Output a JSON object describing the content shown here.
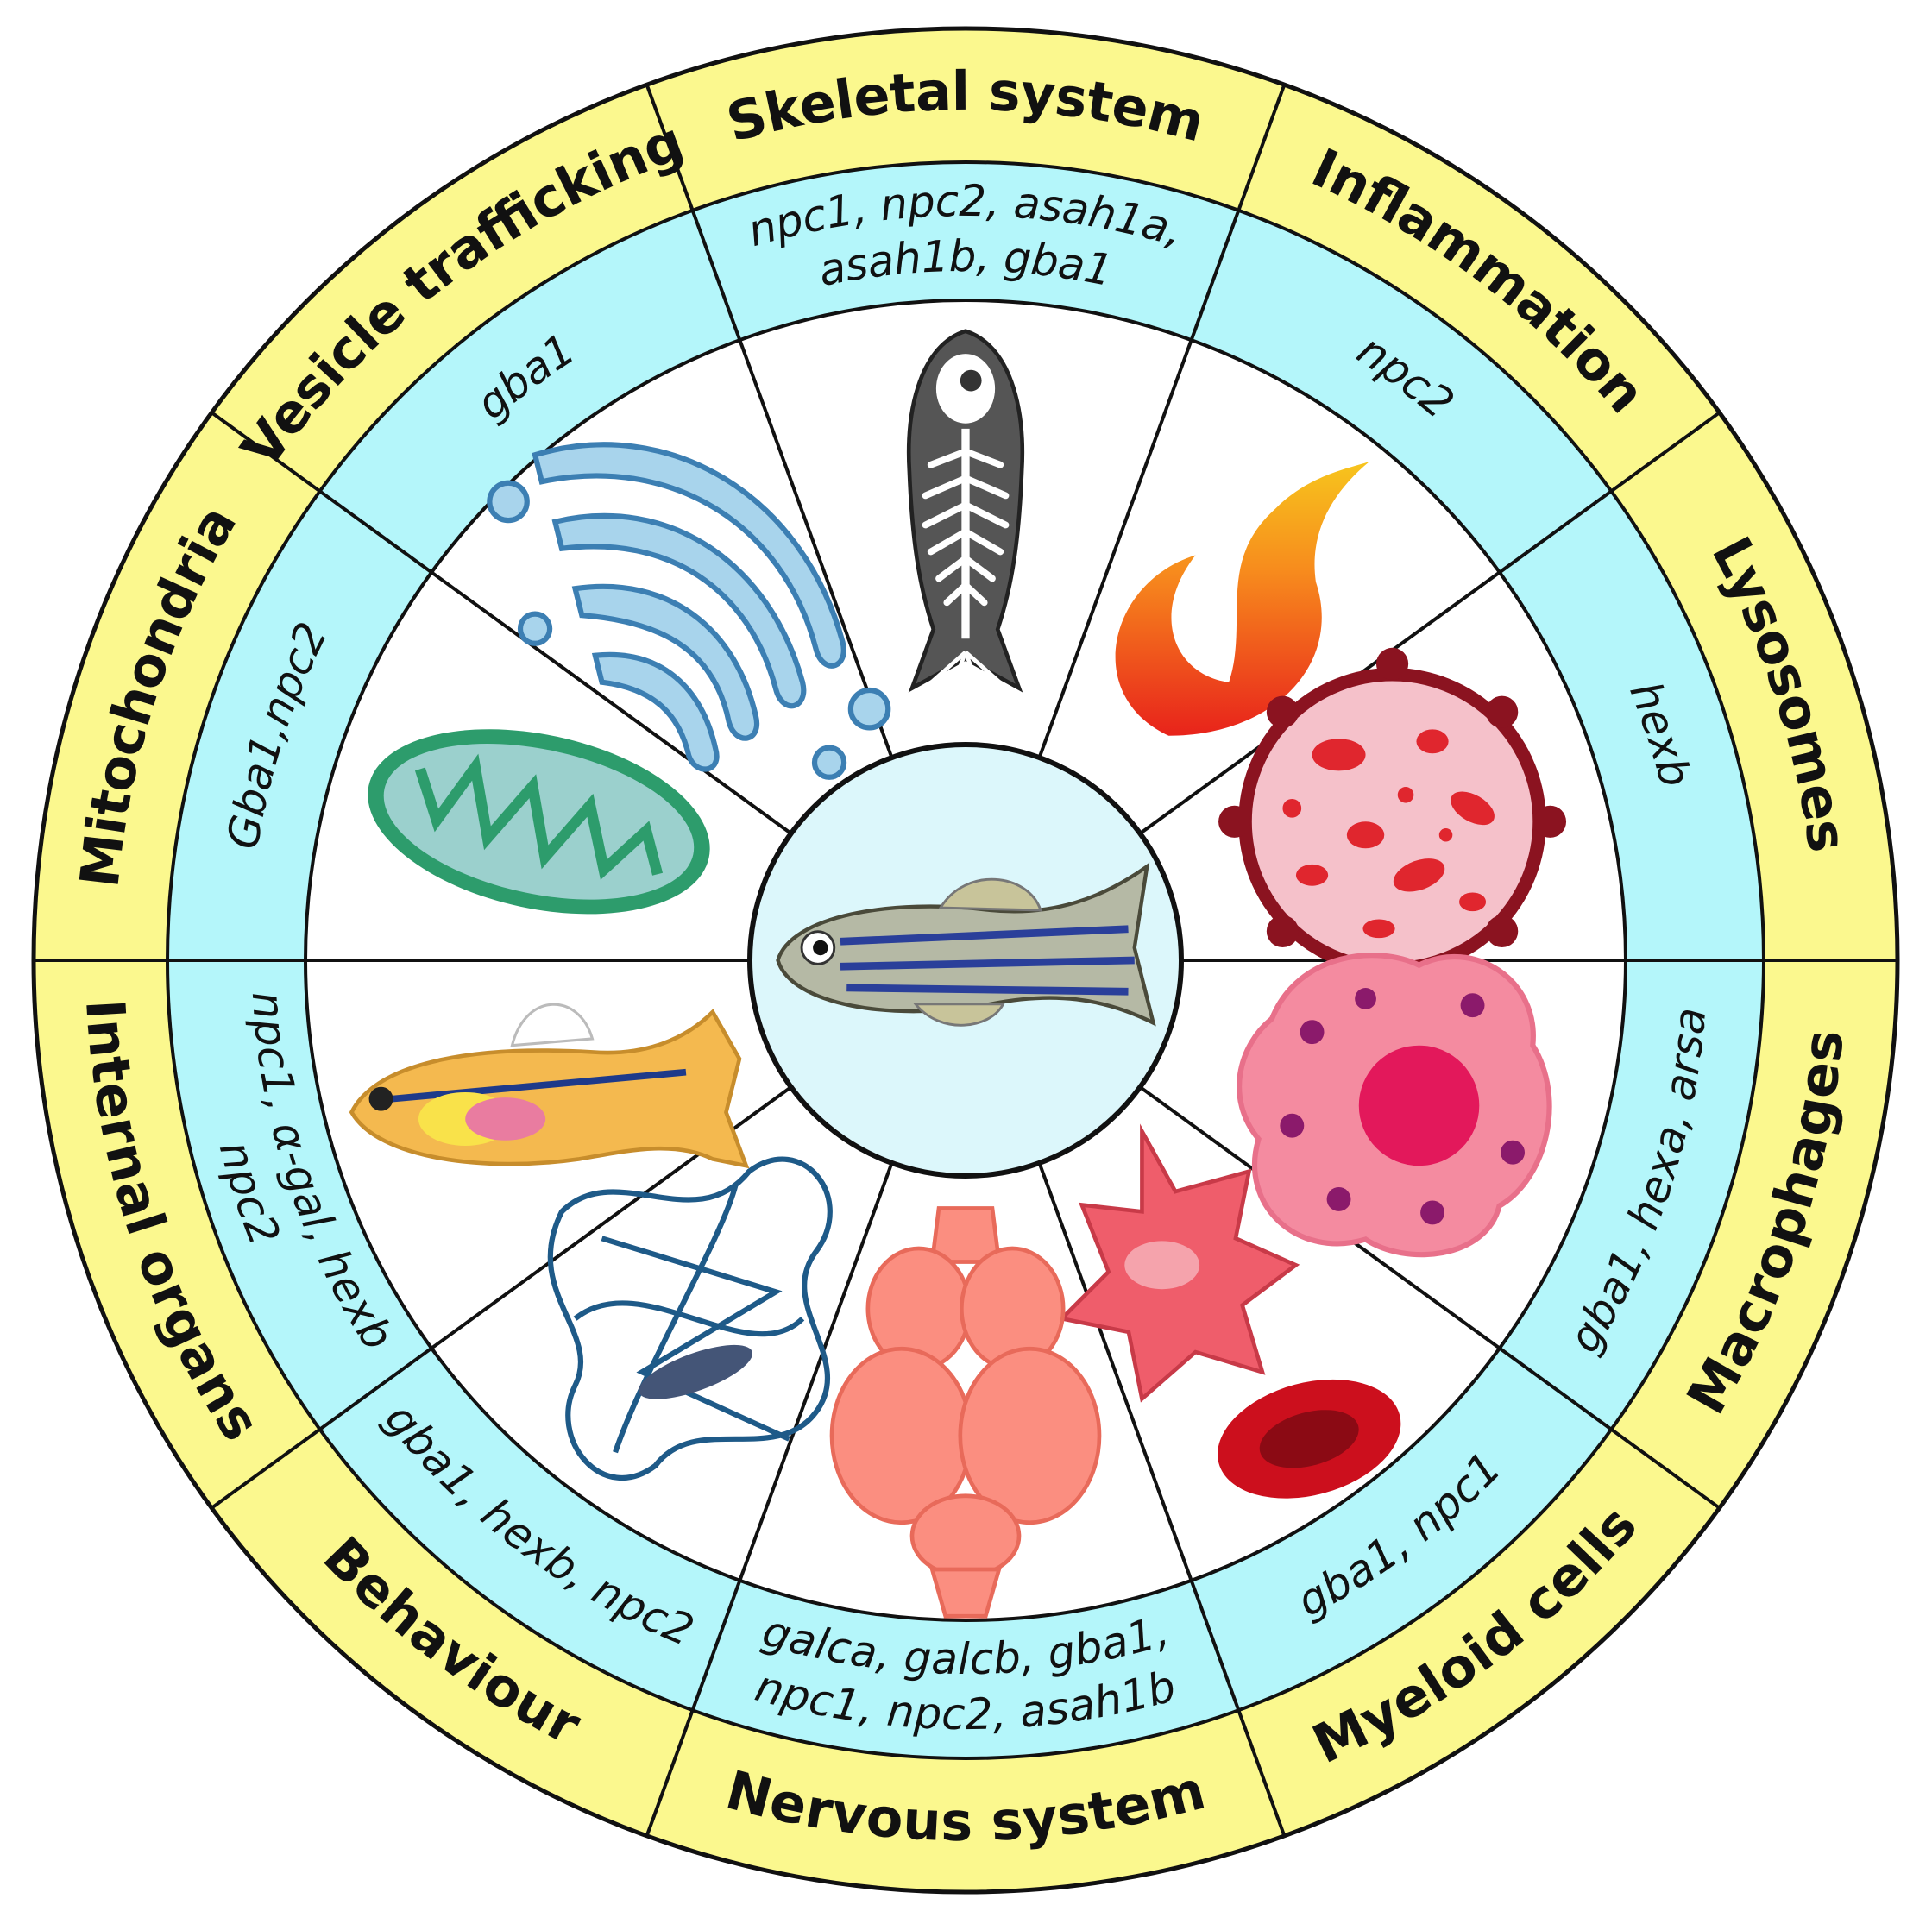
{
  "colors": {
    "outer_ring": "#fbf88e",
    "middle_ring": "#b4f6fa",
    "inner_ring": "#ffffff",
    "center_fill": "#dcf7fb",
    "line": "#111111"
  },
  "segments": [
    {
      "name": "Skeletal system",
      "genes": [
        "npc1, npc2, asah1a,",
        "asah1b, gba1"
      ],
      "icon": "skeleton-fish-icon"
    },
    {
      "name": "Inflammation",
      "genes": [
        "npc2"
      ],
      "icon": "flame-icon"
    },
    {
      "name": "Lysosomes",
      "genes": [
        "hexb"
      ],
      "icon": "lysosome-icon"
    },
    {
      "name": "Macrophages",
      "genes": [
        "gba1, hexa, arsa"
      ],
      "icon": "macrophage-icon"
    },
    {
      "name": "Myeloid cells",
      "genes": [
        "gba1, npc1"
      ],
      "icon": "myeloid-cells-icon"
    },
    {
      "name": "Nervous system",
      "genes": [
        "galca, galcb, gba1,",
        "npc1, npc2, asah1b"
      ],
      "icon": "brain-icon"
    },
    {
      "name": "Behaviour",
      "genes": [
        "gba1, hexb, npc2"
      ],
      "icon": "swim-track-icon"
    },
    {
      "name": "Internal organs",
      "genes": [
        "npc1, α-gal, hexb",
        "npc2"
      ],
      "icon": "fish-organs-icon"
    },
    {
      "name": "Mitochondria",
      "genes": [
        "Gba1,npc2"
      ],
      "icon": "mitochondrion-icon"
    },
    {
      "name": "Vesicle trafficking",
      "genes": [
        "gba1"
      ],
      "icon": "golgi-icon"
    }
  ],
  "center": {
    "icon": "zebrafish-icon"
  }
}
